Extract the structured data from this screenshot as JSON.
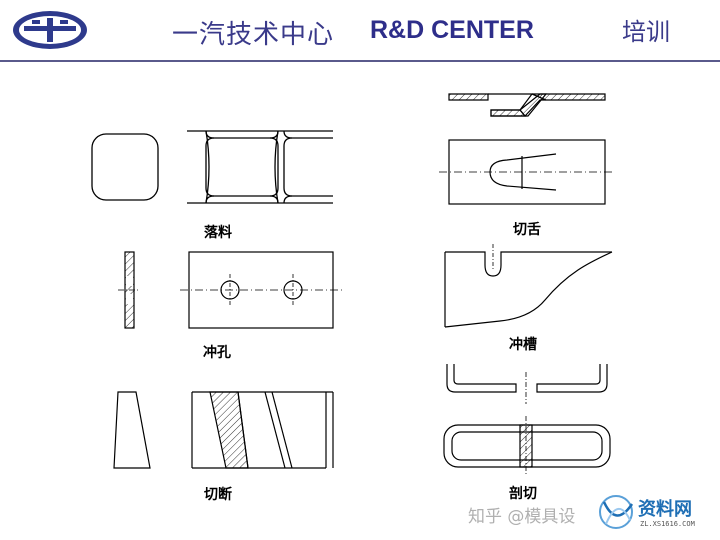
{
  "header": {
    "title_cn": "一汽技术中心",
    "title_en": "R&D CENTER",
    "title_right": "培训",
    "accent_color": "#3a3a8a",
    "rule_color": "#5a5a8c"
  },
  "figures": [
    {
      "caption": "落料"
    },
    {
      "caption": "切舌"
    },
    {
      "caption": "冲孔"
    },
    {
      "caption": "冲槽"
    },
    {
      "caption": "切断"
    },
    {
      "caption": "剖切"
    }
  ],
  "watermark": {
    "zhihu": "知乎 @模具设",
    "site_name": "资料网",
    "site_url": "ZL.XS1616.COM"
  },
  "icons": {
    "logo": "faw-logo-icon",
    "watermark_logo": "xs-logo-icon"
  }
}
